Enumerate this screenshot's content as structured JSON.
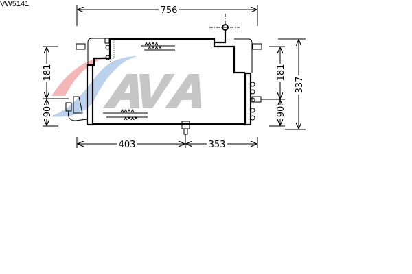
{
  "part_code": "VW5141",
  "logo": {
    "text": "AVA",
    "gray": "#b4b4b4",
    "red": "#e46060",
    "blue": "#6a9ad6"
  },
  "dimensions": {
    "overall_width": "756",
    "left_to_outlet": "403",
    "outlet_to_right": "353",
    "left_upper_height": "181",
    "left_lower_height": "90",
    "right_upper_height": "181",
    "right_lower_height": "90",
    "overall_height": "337"
  }
}
